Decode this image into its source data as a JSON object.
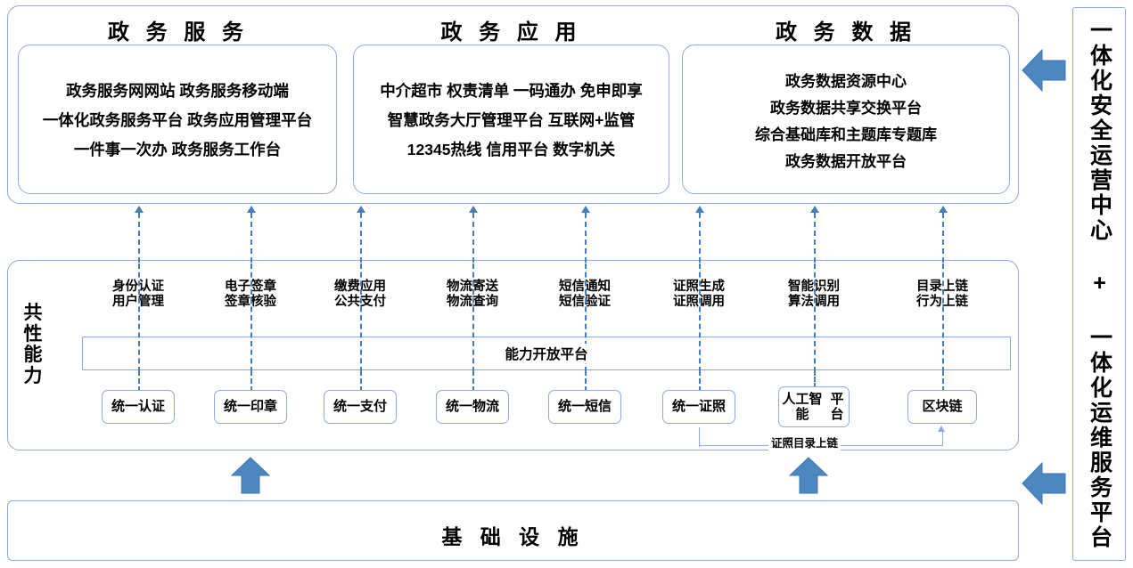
{
  "colors": {
    "border": "#8faadc",
    "arrow_blue": "#4e87c0",
    "dash_blue": "#4a7dbb",
    "text": "#000000"
  },
  "pillars": [
    {
      "title": "政 务 服 务",
      "lines": [
        "政务服务网网站 政务服务移动端",
        "一体化政务服务平台 政务应用管理平台",
        "一件事一次办 政务服务工作台"
      ]
    },
    {
      "title": "政 务 应 用",
      "lines": [
        "中介超市 权责清单 一码通办 免申即享",
        "智慧政务大厅管理平台 互联网+监管",
        "12345热线 信用平台 数字机关"
      ]
    },
    {
      "title": "政 务 数 据",
      "lines": [
        "政务数据资源中心",
        "政务数据共享交换平台",
        "综合基础库和主题库专题库",
        "政务数据开放平台"
      ]
    }
  ],
  "capability": {
    "side_label": "共\n性\n能\n力",
    "side_label_chars": [
      "共",
      "性",
      "能",
      "力"
    ],
    "platform_bar_label": "能力开放平台",
    "columns": [
      {
        "head_line1": "身份认证",
        "head_line2": "用户管理",
        "box": "统一认证"
      },
      {
        "head_line1": "电子签章",
        "head_line2": "签章核验",
        "box": "统一印章"
      },
      {
        "head_line1": "缴费应用",
        "head_line2": "公共支付",
        "box": "统一支付"
      },
      {
        "head_line1": "物流寄送",
        "head_line2": "物流查询",
        "box": "统一物流"
      },
      {
        "head_line1": "短信通知",
        "head_line2": "短信验证",
        "box": "统一短信"
      },
      {
        "head_line1": "证照生成",
        "head_line2": "证照调用",
        "box": "统一证照"
      },
      {
        "head_line1": "智能识别",
        "head_line2": "算法调用",
        "box": "人工智能\n平台"
      },
      {
        "head_line1": "目录上链",
        "head_line2": "行为上链",
        "box": "区块链"
      }
    ],
    "chain_label": "证照目录上链"
  },
  "infrastructure": {
    "label": "基 础 设 施"
  },
  "sidebar": {
    "label": "一体化安全运营中心 + 一体化运维服务平台"
  },
  "icons": {
    "left_arrow": "left-arrow-icon",
    "up_arrow": "up-arrow-icon",
    "dashed_up_arrow": "dashed-up-arrow-icon"
  }
}
